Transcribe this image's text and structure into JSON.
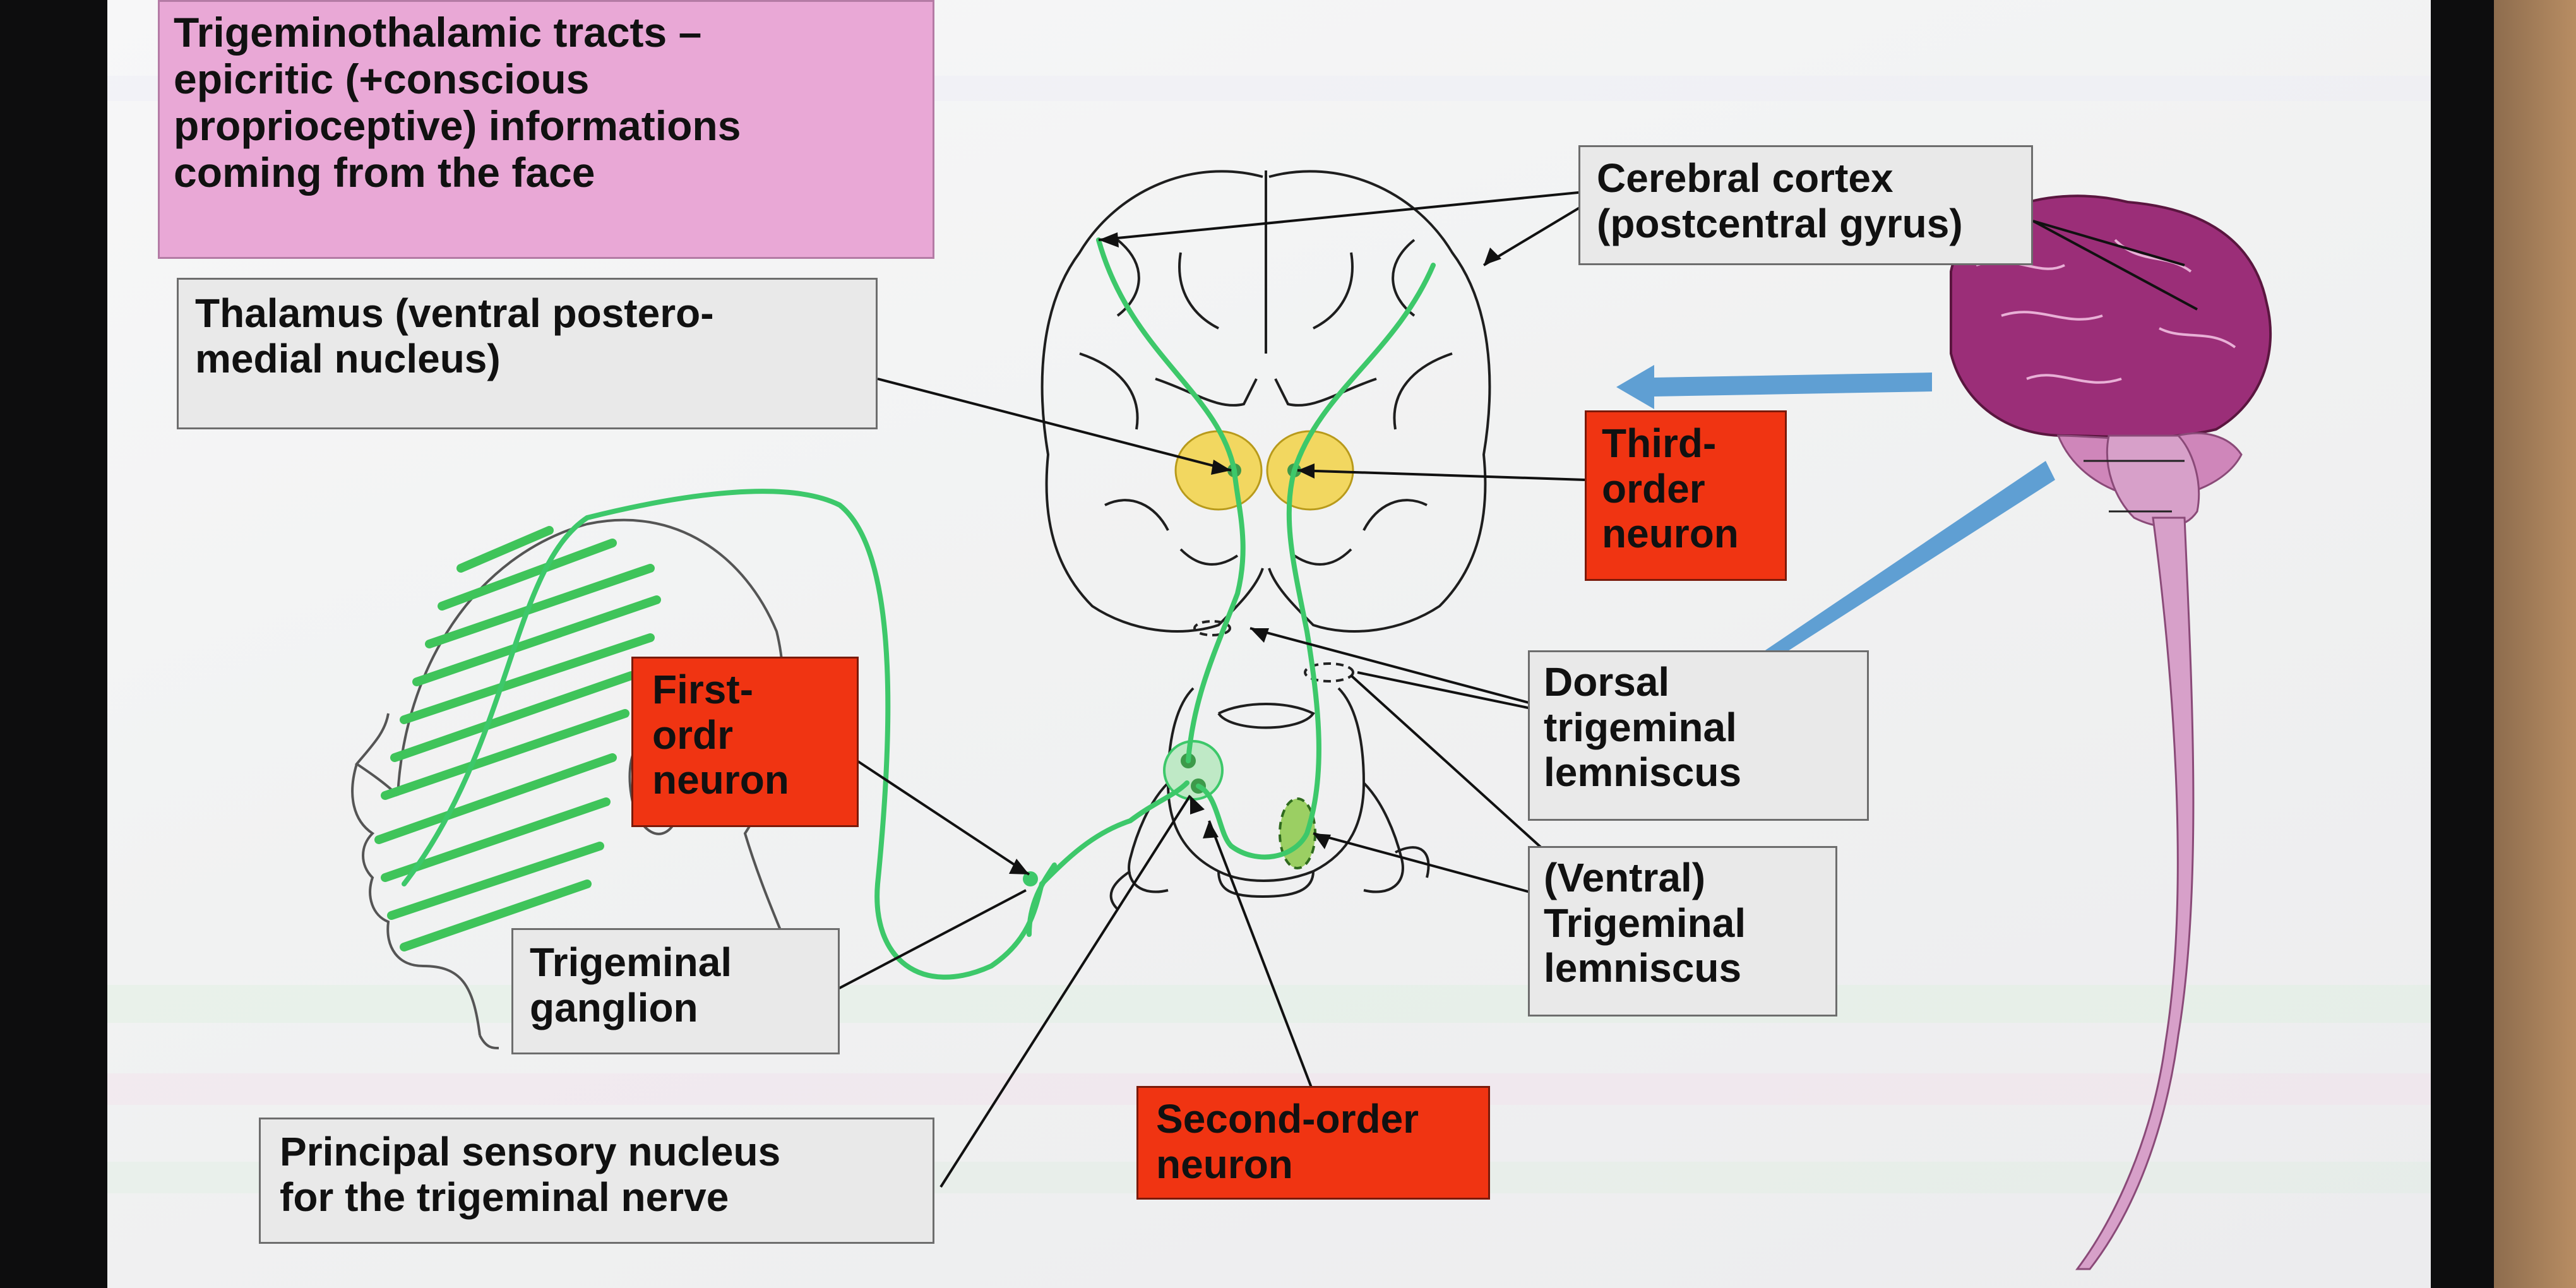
{
  "slide": {
    "title": "Trigeminothalamic tracts –\nepicritic (+conscious\nproprioceptive)  informations\ncoming from the face",
    "labels": {
      "cerebral_cortex": "Cerebral cortex\n(postcentral gyrus)",
      "thalamus": "Thalamus (ventral postero-\nmedial nucleus)",
      "third_order": "Third-\norder\nneuron",
      "first_order": "First-\nordr\nneuron",
      "dorsal_lemniscus": "Dorsal\ntrigeminal\nlemniscus",
      "ventral_lemniscus": "(Ventral)\nTrigeminal\nlemniscus",
      "ganglion": "Trigeminal\nganglion",
      "principal_nucleus": "Principal sensory nucleus\nfor the trigeminal nerve",
      "second_order": "Second-order\nneuron"
    }
  },
  "colors": {
    "pathway": "#3dc86a",
    "face_hatch": "#3fc45a",
    "thalamus": "#f2d760",
    "brain": "#9b2e78",
    "cerebellum": "#cf86ba",
    "spinal_cord": "#d7a0c9",
    "arrow": "#5f9fd3",
    "red_label": "#f03412",
    "gray_label": "#e9e9e9",
    "title_box": "#e9a8d6"
  }
}
